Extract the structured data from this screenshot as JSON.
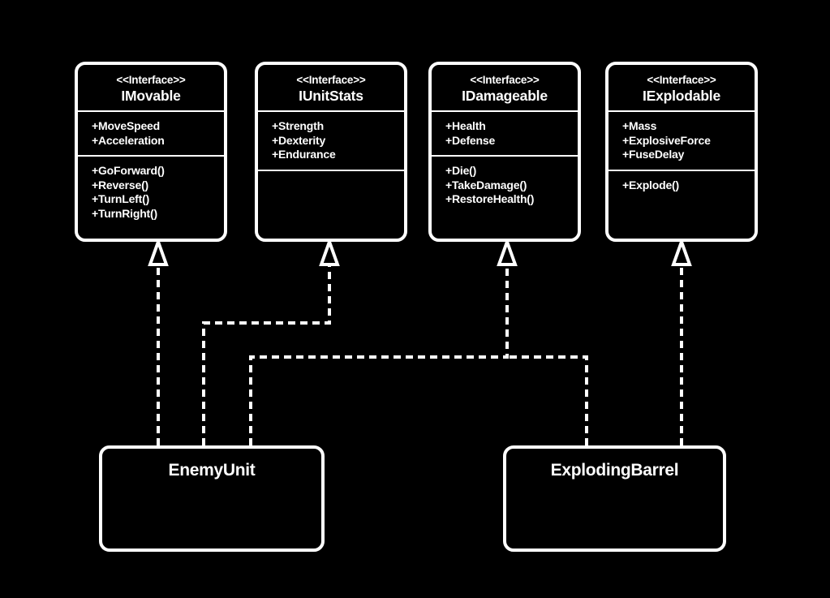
{
  "diagram": {
    "kind": "uml-class-diagram",
    "background_color": "#000000",
    "stroke_color": "#ffffff",
    "relationship_type": "realization",
    "relationship_style": "dashed line with hollow triangle arrowhead"
  },
  "interfaces": [
    {
      "stereotype": "<<Interface>>",
      "name": "IMovable",
      "attributes": [
        "+MoveSpeed",
        "+Acceleration"
      ],
      "operations": [
        "+GoForward()",
        "+Reverse()",
        "+TurnLeft()",
        "+TurnRight()"
      ]
    },
    {
      "stereotype": "<<Interface>>",
      "name": "IUnitStats",
      "attributes": [
        "+Strength",
        "+Dexterity",
        "+Endurance"
      ],
      "operations": []
    },
    {
      "stereotype": "<<Interface>>",
      "name": "IDamageable",
      "attributes": [
        "+Health",
        "+Defense"
      ],
      "operations": [
        "+Die()",
        "+TakeDamage()",
        "+RestoreHealth()"
      ]
    },
    {
      "stereotype": "<<Interface>>",
      "name": "IExplodable",
      "attributes": [
        "+Mass",
        "+ExplosiveForce",
        "+FuseDelay"
      ],
      "operations": [
        "+Explode()"
      ]
    }
  ],
  "classes": [
    {
      "name": "EnemyUnit",
      "implements": [
        "IMovable",
        "IUnitStats",
        "IDamageable"
      ]
    },
    {
      "name": "ExplodingBarrel",
      "implements": [
        "IDamageable",
        "IExplodable"
      ]
    }
  ]
}
